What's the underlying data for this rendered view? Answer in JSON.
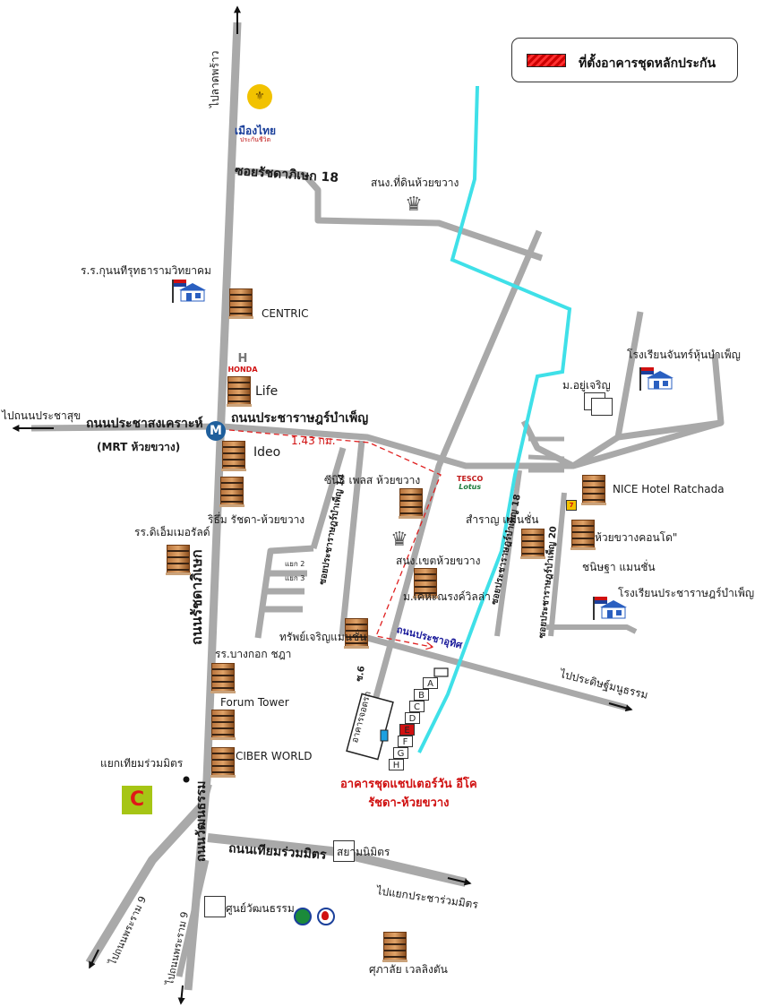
{
  "legend": {
    "label": "ที่ตั้งอาคารชุดหลักประกัน",
    "swatch_color": "#d01010"
  },
  "roads": {
    "ratchada": "ถนนรัชดาภิเษก",
    "ratchada_soi18": "ซอยรัชดาภิเษก 18",
    "pracharat": "ถนนประชาราษฎร์บำเพ็ญ",
    "pracha_songkhro": "ถนนประชาสงเคราะห์",
    "pracha_uthit": "ถนนประชาอุทิศ",
    "soi_pracharat_14": "ซอยประชาราษฎร์บำเพ็ญ 14",
    "soi_pracharat_18": "ซอยประชาราษฎร์บำเพ็ญ 18",
    "soi_pracharat_20": "ซอยประชาราษฎร์บำเพ็ญ 20",
    "wattanatham": "ถนนวัฒนธรรม",
    "thiam_ruam_mit": "ถนนเทียมร่วมมิตร",
    "soi_6": "ซ.6",
    "yaek_2": "แยก 2",
    "yaek_3": "แยก 3"
  },
  "directions": {
    "lat_phrao": "ไปลาดพร้าว",
    "pracha_suk": "ไปถนนประชาสุข",
    "pracha_uthit": "ไปประดิษฐ์มนูธรรม",
    "yaek_pracharat": "ไปแยกประชาร่วมมิตร",
    "rama9_a": "ไปถนนพระราม 9",
    "rama9_b": "ไปถนนพระราม 9"
  },
  "distance": "1.43 กม.",
  "mrt": {
    "icon": "M",
    "label": "(MRT ห้วยขวาง)"
  },
  "places": {
    "muangthai": "เมืองไทย",
    "muangthai_sub": "ประกันชีวิต",
    "honda": "HONDA",
    "sanong_din": "สนง.ที่ดินห้วยขวาง",
    "school_kunnathi": "ร.ร.กุนนทีรุทธารามวิทยาคม",
    "centric": "CENTRIC",
    "life": "Life",
    "ideo": "Ideo",
    "rhythm": "ริธึ่ม รัชดา-ห้วยขวาง",
    "dmr": "รร.ดิเอ็มเมอรัลด์",
    "zenith": "ซีนิธ เพลส ห้วยขวาง",
    "district": "สนง.เขตห้วยขวาง",
    "keha": "ม.เคหะณรงค์วิลล่า",
    "sap_charoen": "ทรัพย์เจริญแมนชั่น",
    "bkk_chada": "รร.บางกอก ชฎา",
    "forum": "Forum Tower",
    "ciber": "CIBER WORLD",
    "yaek_thiam": "แยกเทียมร่วมมิตร",
    "yu_charoen": "ม.อยู่เจริญ",
    "school_chan": "โรงเรียนจันทร์หุ้นบำเพ็ญ",
    "tesco": "TESCO",
    "lotus": "Lotus",
    "nice": "NICE Hotel Ratchada",
    "samran": "สำราญ แมนชั่น",
    "hk_condo": "ห้วยขวางคอนโด\"",
    "chanitha": "ชนิษฐา แมนชั่น",
    "school_pracharat": "โรงเรียนประชาราษฎร์บำเพ็ญ",
    "parking": "อาคารจอดรถ",
    "siam_nimit": "สยามนิมิตร",
    "culture_center": "ศูนย์วัฒนธรรม",
    "supalai": "ศุภาลัย เวลลิงตัน",
    "bigc": "C",
    "seven": "7"
  },
  "condo": {
    "name_line1": "อาคารชุดแชปเตอร์วัน อีโค",
    "name_line2": "รัชดา-ห้วยขวาง",
    "buildings": [
      "A",
      "B",
      "C",
      "D",
      "E",
      "F",
      "G",
      "H"
    ],
    "highlight": "E"
  },
  "colors": {
    "road": "#a9a9a9",
    "canal": "#3fe0e8",
    "route": "#e02020",
    "accent": "#d01010"
  }
}
